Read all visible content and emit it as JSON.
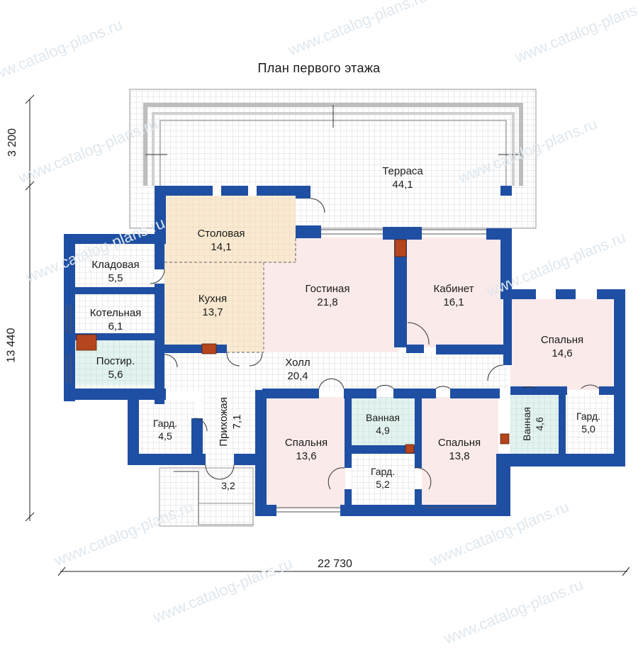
{
  "title": "План первого этажа",
  "watermark": "www.catalog-plans.ru",
  "dimensions": {
    "total_width": "22 730",
    "total_depth": "13 440",
    "terrace_depth": "3 200"
  },
  "rooms": {
    "terrace": {
      "name": "Терраса",
      "area": "44,1"
    },
    "dining": {
      "name": "Столовая",
      "area": "14,1"
    },
    "pantry": {
      "name": "Кладовая",
      "area": "5,5"
    },
    "kitchen": {
      "name": "Кухня",
      "area": "13,7"
    },
    "living": {
      "name": "Гостиная",
      "area": "21,8"
    },
    "study": {
      "name": "Кабинет",
      "area": "16,1"
    },
    "boiler": {
      "name": "Котельная",
      "area": "6,1"
    },
    "laundry": {
      "name": "Постир.",
      "area": "5,6"
    },
    "hall": {
      "name": "Холл",
      "area": "20,4"
    },
    "bedroom_e": {
      "name": "Спальня",
      "area": "14,6"
    },
    "wardrobe_w": {
      "name": "Гард.",
      "area": "4,5"
    },
    "entry": {
      "name": "Прихожая",
      "area": "7,1"
    },
    "bedroom_sw": {
      "name": "Спальня",
      "area": "13,6"
    },
    "bath_c": {
      "name": "Ванная",
      "area": "4,9"
    },
    "bedroom_s": {
      "name": "Спальня",
      "area": "13,8"
    },
    "bath_e": {
      "name": "Ванная",
      "area": "4,6"
    },
    "wardrobe_e": {
      "name": "Гард.",
      "area": "5,0"
    },
    "wardrobe_c": {
      "name": "Гард.",
      "area": "5,2"
    },
    "porch": {
      "name": "",
      "area": "3,2"
    }
  },
  "colors": {
    "wall": "#1f4fa3",
    "grid": "#c9c9c9",
    "kitchen_fill": "#faead2",
    "living_fill": "#fbeaea",
    "bath_fill": "#e3f3ef",
    "hall_fill": "#ffffff",
    "chimney": "#b5451d"
  }
}
